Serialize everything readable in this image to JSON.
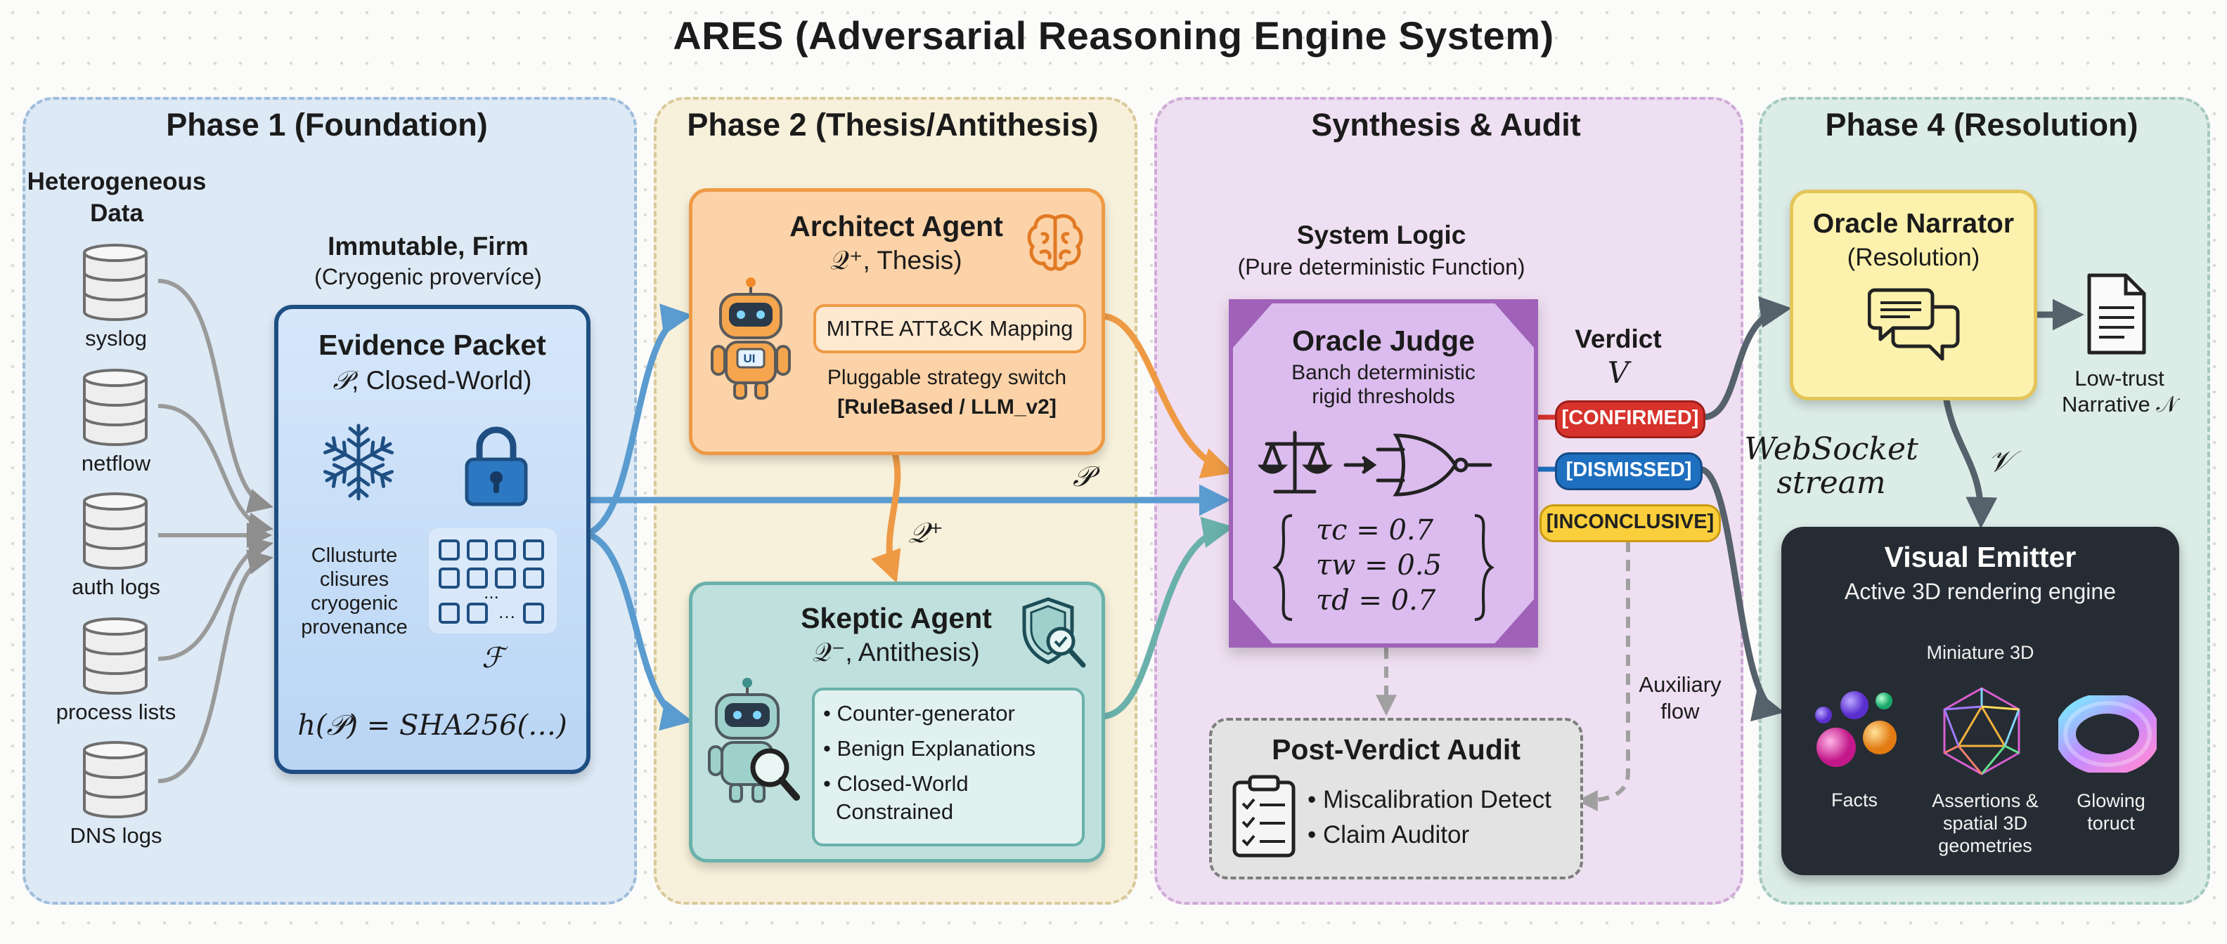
{
  "title": "ARES (Adversarial Reasoning Engine System)",
  "phases": {
    "p1": "Phase 1 (Foundation)",
    "p2": "Phase 2 (Thesis/Antithesis)",
    "p3": "Synthesis & Audit",
    "p4": "Phase 4 (Resolution)"
  },
  "data_sources": {
    "heading_line1": "Heterogeneous",
    "heading_line2": "Data",
    "items": [
      "syslog",
      "netflow",
      "auth logs",
      "process lists",
      "DNS logs"
    ]
  },
  "evidence": {
    "above_title": "Immutable, Firm",
    "above_subtitle": "(Cryogenic provervíce)",
    "title": "Evidence Packet",
    "symbol": "𝒫",
    "subtitle_rest": ", Closed-World)",
    "caption_lines": [
      "Cllusturte",
      "clisures",
      "cryogenic",
      "provenance"
    ],
    "grid_ellipsis": "...",
    "grid_mid": "…",
    "f_symbol": "ℱ",
    "hash": "h(𝒫) = SHA256(…)"
  },
  "architect": {
    "title": "Architect Agent",
    "subtitle": "𝒬⁺, Thesis)",
    "mapping": "MITRE ATT&CK Mapping",
    "strategy": "Pluggable strategy switch",
    "strategy_value": "[RuleBased / LLM_v2]",
    "robot_badge": "UI"
  },
  "skeptic": {
    "title": "Skeptic Agent",
    "subtitle": "𝒬⁻, Antithesis)",
    "bullets": [
      "• Counter-generator",
      "• Benign Explanations",
      "• Closed-World",
      "Constrained"
    ]
  },
  "flow_labels": {
    "p": "𝒫",
    "q_plus": "𝒬⁺",
    "websocket1": "WebSocket",
    "websocket2": "stream",
    "v_small": "𝒱",
    "aux1": "Auxiliary",
    "aux2": "flow"
  },
  "system_logic": {
    "title": "System Logic",
    "subtitle": "(Pure deterministic Function)"
  },
  "judge": {
    "title": "Oracle Judge",
    "line1": "Banch deterministic",
    "line2": "rigid thresholds",
    "tau_c": "τc = 0.7",
    "tau_w": "τw = 0.5",
    "tau_d": "τd = 0.7"
  },
  "verdict": {
    "label": "Verdict",
    "symbol": "V",
    "confirmed": "[CONFIRMED]",
    "dismissed": "[DISMISSED]",
    "inconclusive": "[INCONCLUSIVE]"
  },
  "audit": {
    "title": "Post-Verdict Audit",
    "items": [
      "• Miscalibration Detect",
      "• Claim Auditor"
    ]
  },
  "oracle_narrator": {
    "title": "Oracle Narrator",
    "subtitle": "(Resolution)"
  },
  "narrative": {
    "line1": "Low-trust",
    "line2": "Narrative 𝒩"
  },
  "visual_emitter": {
    "title": "Visual Emitter",
    "subtitle": "Active 3D rendering engine",
    "mini": "Miniature 3D",
    "facts": "Facts",
    "assertions": [
      "Assertions &",
      "spatial 3D",
      "geometries"
    ],
    "glowing": [
      "Glowing",
      "toruct"
    ]
  },
  "colors": {
    "blue_arrow": "#5a9bd0",
    "orange_arrow": "#ee9a45",
    "teal_arrow": "#6ab1ab",
    "gray_arrow": "#5f6b73",
    "judge_fill": "#dcbcef",
    "judge_border": "#9f62b8"
  }
}
